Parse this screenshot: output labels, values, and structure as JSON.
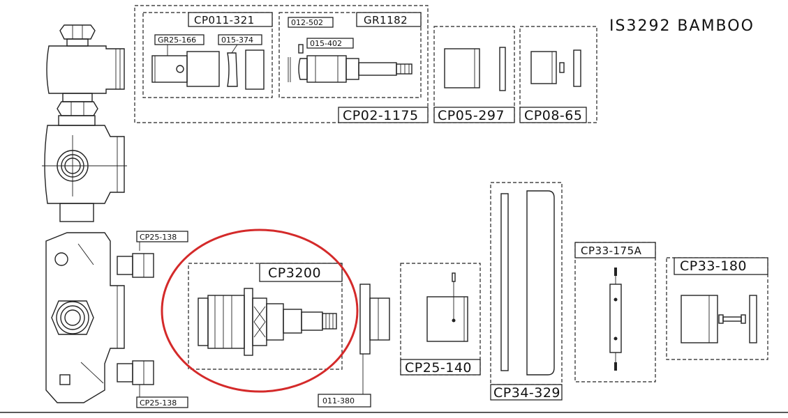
{
  "model": "IS3292  BAMBOO",
  "highlight_color": "#d42a2a",
  "labels": {
    "kit_cp011": "CP011-321",
    "gr25": "GR25-166",
    "p015_374": "015-374",
    "p012_502": "012-502",
    "gr1182": "GR1182",
    "p015_402": "015-402",
    "cp02": "CP02-1175",
    "cp05": "CP05-297",
    "cp08": "CP08-65",
    "cp25_138_top": "CP25-138",
    "cp25_138_bot": "CP25-138",
    "cp3200": "CP3200",
    "p011_380": "011-380",
    "cp25_140": "CP25-140",
    "cp34": "CP34-329",
    "cp33_175a": "CP33-175A",
    "cp33_180": "CP33-180"
  }
}
